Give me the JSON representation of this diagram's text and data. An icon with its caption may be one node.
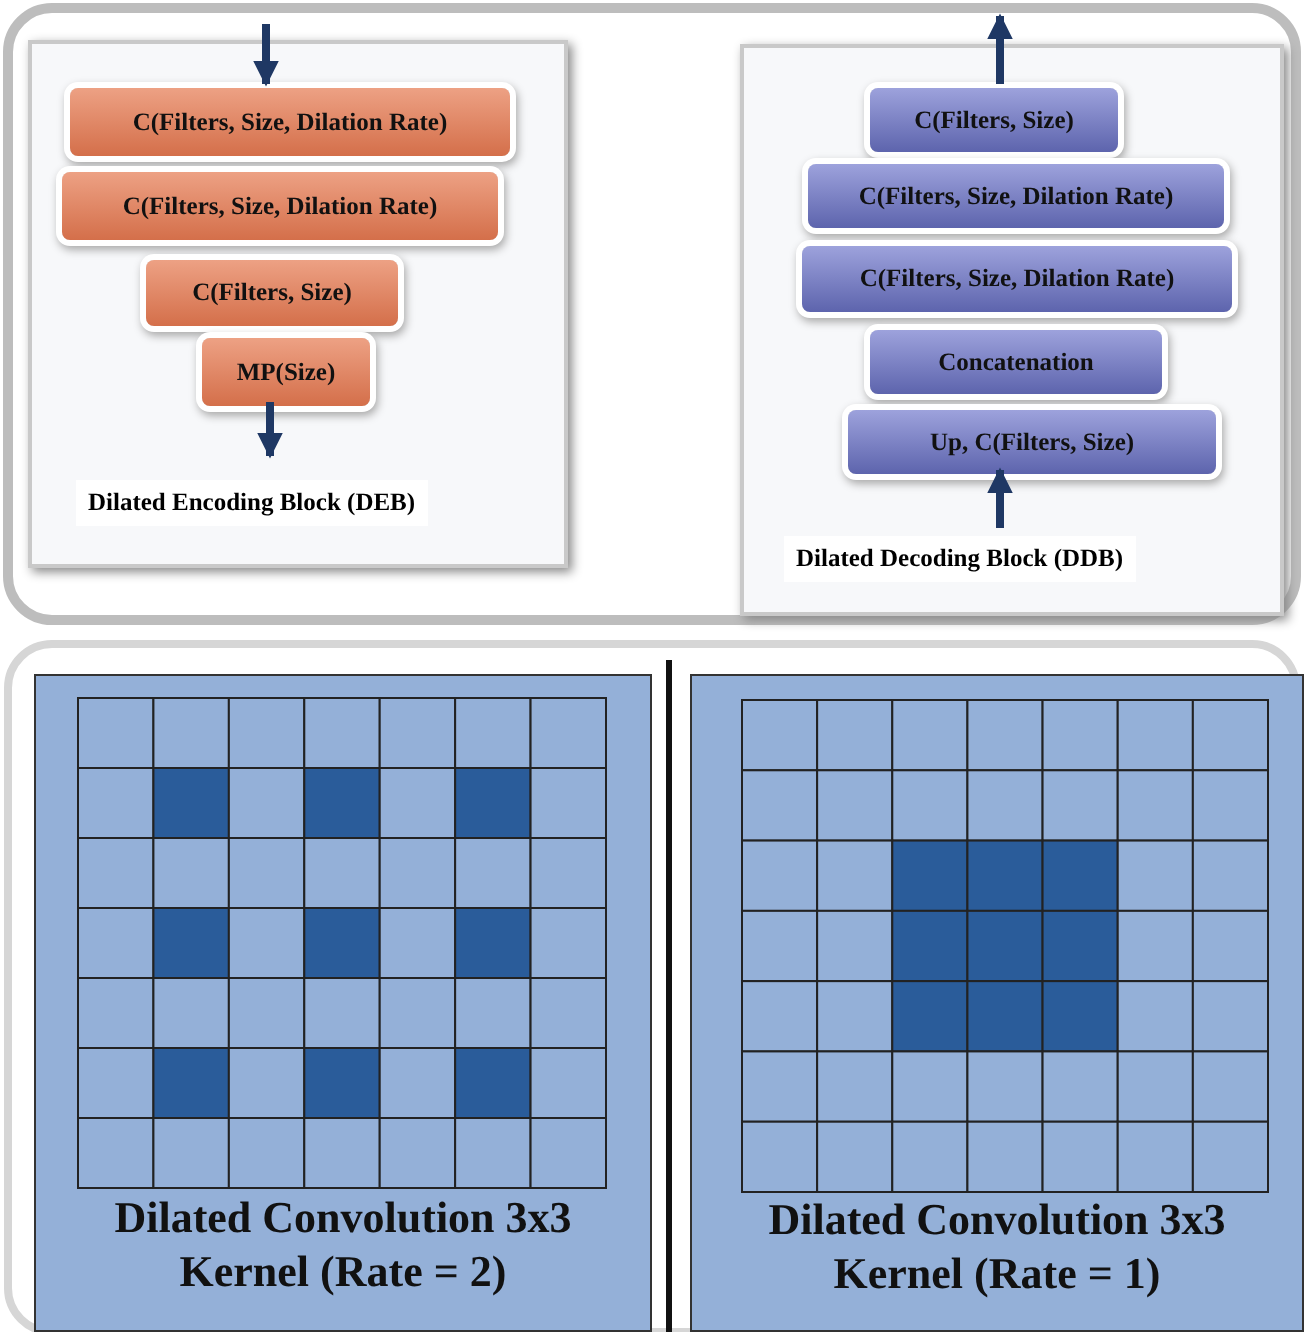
{
  "diagram": {
    "nodes": [
      {
        "text": [
          "Dilated Encoding Block (DEB)"
        ]
      },
      {
        "text": [
          "C(Filters, Size, Dilation Rate)"
        ],
        "in": 0
      },
      {
        "text": [
          "C(Filters, Size, Dilation Rate)"
        ],
        "in": 0
      },
      {
        "text": [
          "C(Filters, Size)"
        ],
        "in": 0
      },
      {
        "text": [
          "MP(Size)"
        ],
        "in": 0
      },
      {
        "text": [
          "Dilated Decoding Block (DDB)"
        ]
      },
      {
        "text": [
          "C(Filters, Size)"
        ],
        "in": 5
      },
      {
        "text": [
          "C(Filters, Size, Dilation Rate)"
        ],
        "in": 5
      },
      {
        "text": [
          "C(Filters, Size, Dilation Rate)"
        ],
        "in": 5
      },
      {
        "text": [
          "Concatenation"
        ],
        "in": 5
      },
      {
        "text": [
          "Up, C(Filters, Size)"
        ],
        "in": 5
      },
      {
        "text": [
          "Dilated Convolution 3x3 Kernel (Rate = 2)"
        ]
      },
      {
        "text": [
          "Dilated Convolution 3x3 Kernel (Rate = 1)"
        ]
      }
    ],
    "edges": [
      {
        "from": null,
        "to": 1,
        "arrow": "to"
      },
      {
        "from": 4,
        "to": null,
        "arrow": "to"
      },
      {
        "from": null,
        "to": 10,
        "arrow": "to"
      },
      {
        "from": 6,
        "to": null,
        "arrow": "to"
      }
    ]
  }
}
